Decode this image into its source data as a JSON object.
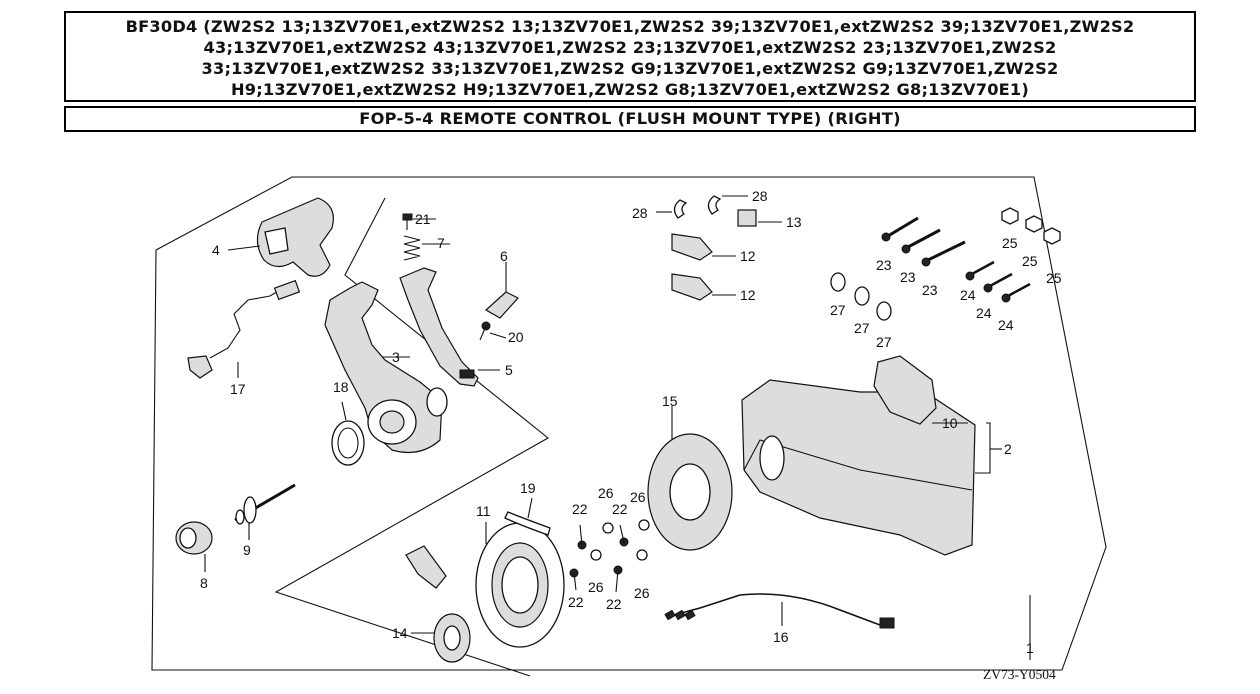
{
  "header": {
    "title_lines": [
      "BF30D4 (ZW2S2 13;13ZV70E1,extZW2S2 13;13ZV70E1,ZW2S2 39;13ZV70E1,extZW2S2 39;13ZV70E1,ZW2S2",
      "43;13ZV70E1,extZW2S2 43;13ZV70E1,ZW2S2 23;13ZV70E1,extZW2S2 23;13ZV70E1,ZW2S2",
      "33;13ZV70E1,extZW2S2 33;13ZV70E1,ZW2S2 G9;13ZV70E1,extZW2S2 G9;13ZV70E1,ZW2S2",
      "H9;13ZV70E1,extZW2S2 H9;13ZV70E1,ZW2S2 G8;13ZV70E1,extZW2S2 G8;13ZV70E1)"
    ],
    "subtitle": "FOP-5-4 REMOTE CONTROL (FLUSH MOUNT TYPE) (RIGHT)"
  },
  "diagram": {
    "drawing_code": "ZV73-Y0504",
    "callouts": {
      "c1": "1",
      "c2": "2",
      "c3": "3",
      "c4": "4",
      "c5": "5",
      "c6": "6",
      "c7": "7",
      "c8": "8",
      "c9": "9",
      "c10": "10",
      "c11": "11",
      "c12a": "12",
      "c12b": "12",
      "c13": "13",
      "c14": "14",
      "c15": "15",
      "c16": "16",
      "c17": "17",
      "c18": "18",
      "c19": "19",
      "c20": "20",
      "c21": "21",
      "c22a": "22",
      "c22b": "22",
      "c22c": "22",
      "c22d": "22",
      "c23a": "23",
      "c23b": "23",
      "c23c": "23",
      "c24a": "24",
      "c24b": "24",
      "c24c": "24",
      "c25a": "25",
      "c25b": "25",
      "c25c": "25",
      "c26a": "26",
      "c26b": "26",
      "c26c": "26",
      "c26d": "26",
      "c27a": "27",
      "c27b": "27",
      "c27c": "27",
      "c28a": "28",
      "c28b": "28"
    }
  }
}
